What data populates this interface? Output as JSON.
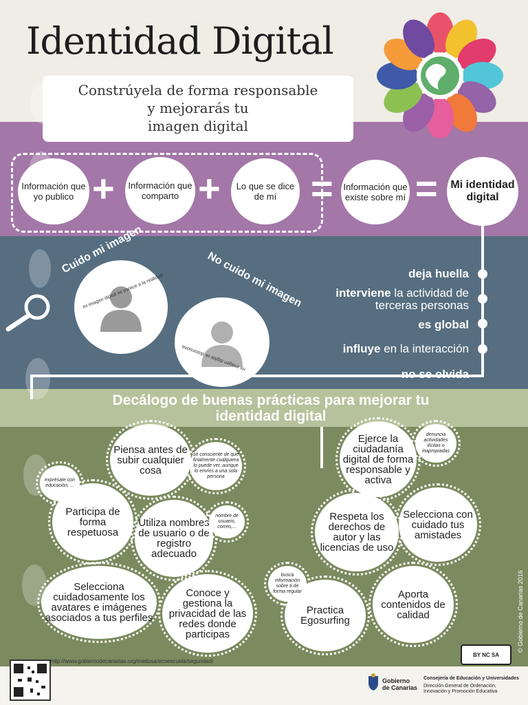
{
  "header": {
    "title": "Identidad Digital",
    "subtitle_line1": "Constrúyela de forma responsable",
    "subtitle_line2": "y mejorarás tu",
    "subtitle_line3": "imagen digital"
  },
  "equation": {
    "c1": "Información que yo publico",
    "c2": "Información que comparto",
    "c3": "Lo que se dice de mí",
    "c4": "Información que existe sobre mí",
    "c5": "Mi identidad digital",
    "plus": "+",
    "equals": "="
  },
  "image_section": {
    "cuido_title": "Cuido mi imagen",
    "cuido_sub": "mi imagen digital se parece a la realidad",
    "no_cuido_title": "No cuido mi imagen",
    "no_cuido_sub": "mi imagen digital se distorsiona"
  },
  "facts": [
    {
      "bold": "deja huella",
      "rest": ""
    },
    {
      "bold": "interviene",
      "rest": " la actividad de"
    },
    {
      "bold": "",
      "rest": "terceras personas"
    },
    {
      "bold": "es global",
      "rest": ""
    },
    {
      "bold": "influye",
      "rest": " en la interacción"
    },
    {
      "bold": "no se olvida",
      "rest": ""
    }
  ],
  "decalogo": {
    "title_line1": "Decálogo de buenas prácticas para mejorar tu",
    "title_line2": "identidad digital"
  },
  "bubbles": {
    "b1": "Piensa antes de subir cualquier cosa",
    "b1_note": "sé consciente de que finalmente cualquiera lo puede ver, aunque lo envíes a una sola persona",
    "b2": "Participa de forma respetuosa",
    "b2_note": "exprésate con educación, ...",
    "b3": "Utiliza nombres de usuario o de registro adecuado",
    "b3_note": "nombre de usuario, correo,...",
    "b4": "Selecciona cuidadosamente los avatares e imágenes asociados a tus perfiles",
    "b5": "Conoce y gestiona la privacidad de las redes donde participas",
    "b6": "Ejerce la ciudadanía digital de forma responsable y activa",
    "b6_note": "denuncia actividades ilícitas o inapropiadas",
    "b7": "Respeta los derechos de autor y las licencias de uso",
    "b8": "Selecciona con cuidado tus amistades",
    "b9": "Practica Egosurfing",
    "b9_note": "busca información sobre ti de forma regular",
    "b10": "Aporta contenidos de calidad"
  },
  "footer": {
    "url": "http://www.gobiernodecanarias.org/medusa/ecoescuela/seguridad/",
    "gov_line1": "Gobierno",
    "gov_line2": "de Canarias",
    "dept": "Consejería de Educación y Universidades",
    "dir_line1": "Dirección General de Ordenación,",
    "dir_line2": "Innovación y Promoción Educativa",
    "credit": "© Gobierno de Canarias 2016",
    "cc": "BY NC SA"
  },
  "icons": [
    "magnifier-icon",
    "person-icon",
    "flower-globe-icon",
    "footprint-icon",
    "qr-code-icon",
    "cc-license-icon",
    "coat-of-arms-icon"
  ],
  "colors": {
    "purple": "#a377a8",
    "blue": "#566e80",
    "green": "#7b8a5f",
    "light_green": "#b6c29b"
  }
}
